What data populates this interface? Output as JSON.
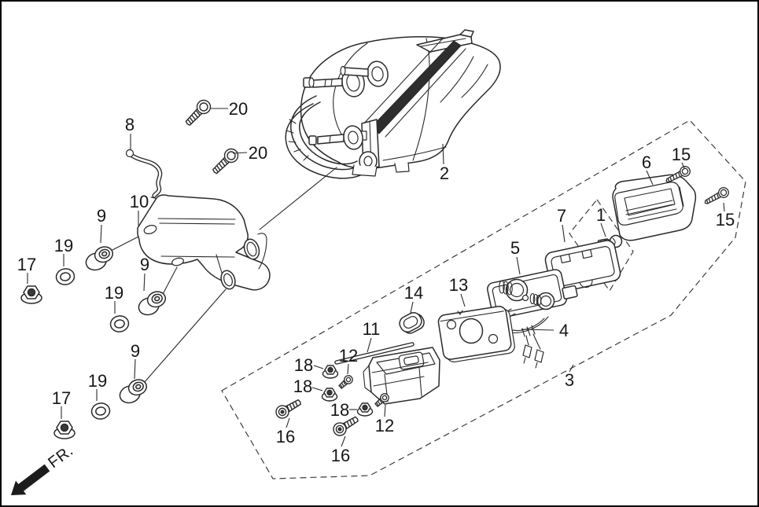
{
  "colors": {
    "ink": "#2a2a2a",
    "background": "#ffffff",
    "label_text": "#161616"
  },
  "direction_indicator": {
    "label": "FR."
  },
  "callouts": {
    "c1": "1",
    "c2": "2",
    "c3": "3",
    "c4": "4",
    "c5": "5",
    "c6": "6",
    "c7": "7",
    "c8": "8",
    "c9a": "9",
    "c9b": "9",
    "c9c": "9",
    "c10": "10",
    "c11": "11",
    "c12a": "12",
    "c12b": "12",
    "c13": "13",
    "c14": "14",
    "c15a": "15",
    "c15b": "15",
    "c16a": "16",
    "c16b": "16",
    "c17a": "17",
    "c17b": "17",
    "c18a": "18",
    "c18b": "18",
    "c18c": "18",
    "c19a": "19",
    "c19b": "19",
    "c19c": "19",
    "c20a": "20",
    "c20b": "20"
  }
}
